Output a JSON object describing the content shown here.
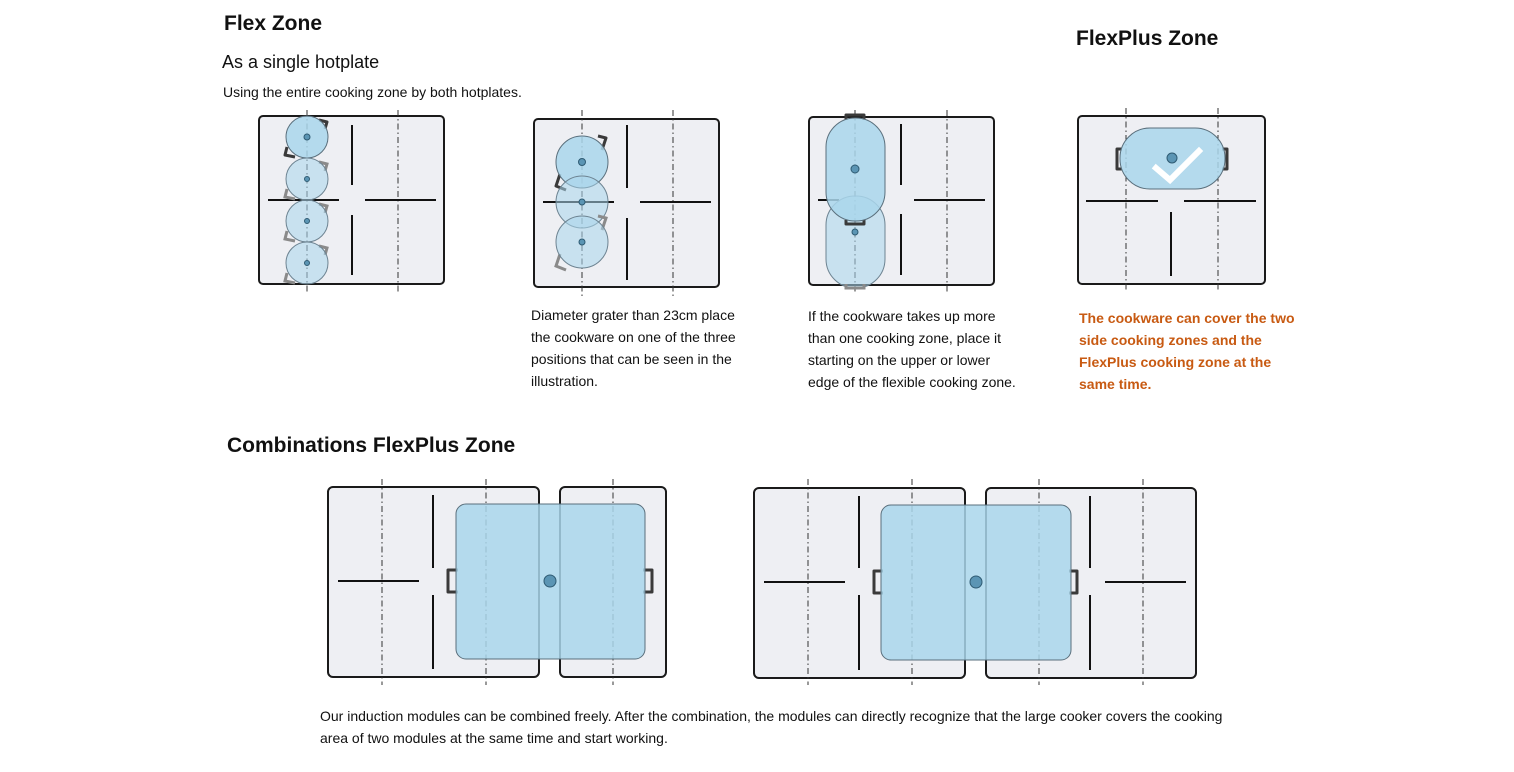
{
  "flex_zone": {
    "title": "Flex Zone",
    "subtitle": "As a single hotplate",
    "intro": "Using the entire cooking zone by both hotplates."
  },
  "flexplus_zone": {
    "title": "FlexPlus Zone"
  },
  "captions": {
    "diameter": [
      "Diameter grater than 23cm place",
      "the cookware on one of the three",
      "positions that can be seen in the",
      "illustration."
    ],
    "cookware": [
      "If the cookware takes up more",
      "than one cooking zone, place it",
      "starting on the upper or lower",
      "edge of the flexible cooking zone."
    ],
    "flexplus": [
      "The cookware can cover the two",
      "side cooking zones and the",
      "FlexPlus cooking zone at the",
      "same time."
    ]
  },
  "combinations": {
    "title": "Combinations FlexPlus Zone",
    "description": [
      "Our induction modules can be combined freely. After the combination, the modules can directly recognize that the large cooker covers the cooking",
      "area of two modules at the same time and start working."
    ]
  },
  "colors": {
    "warning_text": "#c85a12",
    "pot_fill": "#a9d6eb",
    "plate_fill": "#eeeff3"
  }
}
